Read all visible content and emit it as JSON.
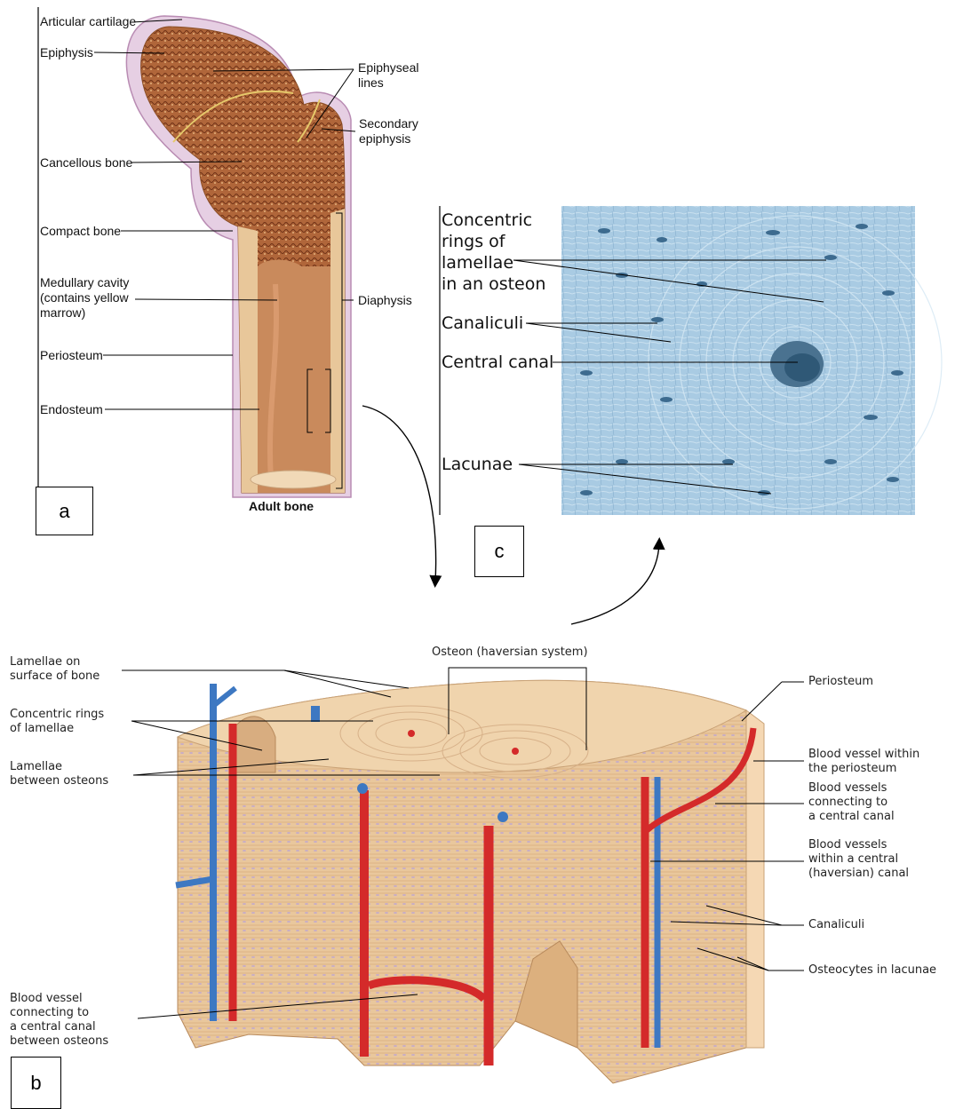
{
  "panel_a": {
    "letter": "a",
    "caption": "Adult bone",
    "labels": {
      "articular_cartilage": "Articular cartilage",
      "epiphysis": "Epiphysis",
      "epiphyseal_lines": "Epiphyseal\nlines",
      "secondary_epiphysis": "Secondary\nepiphysis",
      "cancellous_bone": "Cancellous bone",
      "compact_bone": "Compact bone",
      "medullary_cavity": "Medullary cavity\n(contains yellow\nmarrow)",
      "diaphysis": "Diaphysis",
      "periosteum": "Periosteum",
      "endosteum": "Endosteum"
    }
  },
  "panel_c": {
    "letter": "c",
    "labels": {
      "concentric_rings": "Concentric\nrings of\nlamellae\nin an osteon",
      "canaliculi": "Canaliculi",
      "central_canal": "Central canal",
      "lacunae": "Lacunae"
    }
  },
  "panel_b": {
    "letter": "b",
    "labels": {
      "lamellae_surface": "Lamellae on\nsurface of bone",
      "concentric_rings": "Concentric rings\nof lamellae",
      "lamellae_between": "Lamellae\nbetween osteons",
      "osteon": "Osteon (haversian system)",
      "periosteum": "Periosteum",
      "vessel_periosteum": "Blood vessel within\nthe periosteum",
      "vessels_connecting": "Blood vessels\nconnecting to\na central canal",
      "vessels_within": "Blood vessels\nwithin a central\n(haversian) canal",
      "canaliculi": "Canaliculi",
      "osteocytes": "Osteocytes in lacunae",
      "vessel_between": "Blood vessel\nconnecting to\na central canal\nbetween osteons"
    }
  },
  "colors": {
    "bone_spongy": "#b0663a",
    "bone_compact": "#e8c79a",
    "cartilage": "#e6cfe3",
    "micrograph": "#a9cbe3",
    "artery": "#d42a2a",
    "vein": "#3d78c2",
    "block": "#e9c79c"
  }
}
